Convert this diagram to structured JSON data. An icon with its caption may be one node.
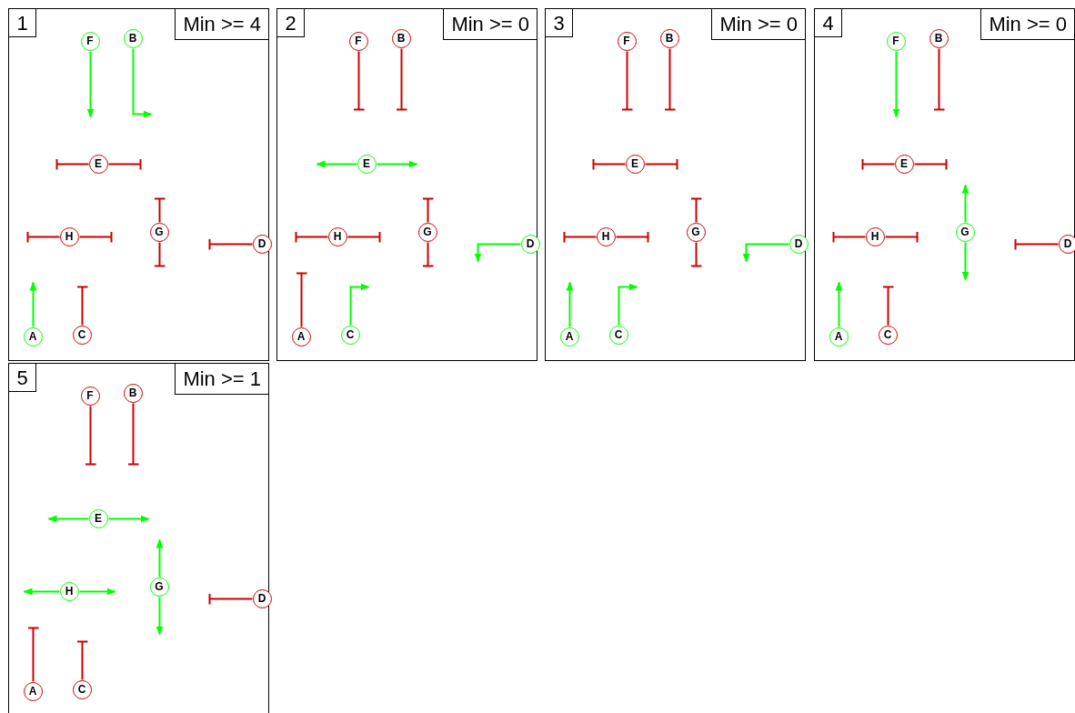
{
  "diagram": {
    "nodes": [
      {
        "text": [
          "1",
          "Min >= 4"
        ]
      },
      {
        "text": [
          "F"
        ],
        "in": 0
      },
      {
        "text": [
          "B"
        ],
        "in": 0
      },
      {
        "text": [
          "E"
        ],
        "in": 0
      },
      {
        "text": [
          "H"
        ],
        "in": 0
      },
      {
        "text": [
          "G"
        ],
        "in": 0
      },
      {
        "text": [
          "D"
        ],
        "in": 0
      },
      {
        "text": [
          "A"
        ],
        "in": 0
      },
      {
        "text": [
          "C"
        ],
        "in": 0
      },
      {
        "text": [
          "2",
          "Min >= 0"
        ]
      },
      {
        "text": [
          "F"
        ],
        "in": 9
      },
      {
        "text": [
          "B"
        ],
        "in": 9
      },
      {
        "text": [
          "E"
        ],
        "in": 9
      },
      {
        "text": [
          "H"
        ],
        "in": 9
      },
      {
        "text": [
          "G"
        ],
        "in": 9
      },
      {
        "text": [
          "D"
        ],
        "in": 9
      },
      {
        "text": [
          "A"
        ],
        "in": 9
      },
      {
        "text": [
          "C"
        ],
        "in": 9
      },
      {
        "text": [
          "3",
          "Min >= 0"
        ]
      },
      {
        "text": [
          "F"
        ],
        "in": 18
      },
      {
        "text": [
          "B"
        ],
        "in": 18
      },
      {
        "text": [
          "E"
        ],
        "in": 18
      },
      {
        "text": [
          "H"
        ],
        "in": 18
      },
      {
        "text": [
          "G"
        ],
        "in": 18
      },
      {
        "text": [
          "D"
        ],
        "in": 18
      },
      {
        "text": [
          "A"
        ],
        "in": 18
      },
      {
        "text": [
          "C"
        ],
        "in": 18
      },
      {
        "text": [
          "4",
          "Min >= 0"
        ]
      },
      {
        "text": [
          "F"
        ],
        "in": 27
      },
      {
        "text": [
          "B"
        ],
        "in": 27
      },
      {
        "text": [
          "E"
        ],
        "in": 27
      },
      {
        "text": [
          "H"
        ],
        "in": 27
      },
      {
        "text": [
          "G"
        ],
        "in": 27
      },
      {
        "text": [
          "D"
        ],
        "in": 27
      },
      {
        "text": [
          "A"
        ],
        "in": 27
      },
      {
        "text": [
          "C"
        ],
        "in": 27
      },
      {
        "text": [
          "5",
          "Min >= 1"
        ]
      },
      {
        "text": [
          "F"
        ],
        "in": 36
      },
      {
        "text": [
          "B"
        ],
        "in": 36
      },
      {
        "text": [
          "E"
        ],
        "in": 36
      },
      {
        "text": [
          "H"
        ],
        "in": 36
      },
      {
        "text": [
          "G"
        ],
        "in": 36
      },
      {
        "text": [
          "D"
        ],
        "in": 36
      },
      {
        "text": [
          "A"
        ],
        "in": 36
      },
      {
        "text": [
          "C"
        ],
        "in": 36
      }
    ],
    "edges": [
      {
        "from": 1,
        "to": null,
        "arrow": "to",
        "color": "#00ff00"
      },
      {
        "from": 2,
        "to": null,
        "arrow": "to",
        "color": "#00ff00"
      },
      {
        "from": 3,
        "to": null,
        "arrow": "other"
      },
      {
        "from": 3,
        "to": null,
        "arrow": "other"
      },
      {
        "from": 4,
        "to": null,
        "arrow": "other"
      },
      {
        "from": 4,
        "to": null,
        "arrow": "other"
      },
      {
        "from": 5,
        "to": null,
        "arrow": "other"
      },
      {
        "from": 5,
        "to": null,
        "arrow": "other"
      },
      {
        "from": 6,
        "to": null,
        "arrow": "other"
      },
      {
        "from": 7,
        "to": null,
        "arrow": "to",
        "color": "#00ff00"
      },
      {
        "from": 8,
        "to": null,
        "arrow": "other"
      },
      {
        "from": 10,
        "to": null,
        "arrow": "other"
      },
      {
        "from": 11,
        "to": null,
        "arrow": "other"
      },
      {
        "from": 12,
        "to": null,
        "arrow": "to",
        "color": "#00ff00"
      },
      {
        "from": 12,
        "to": null,
        "arrow": "to",
        "color": "#00ff00"
      },
      {
        "from": 13,
        "to": null,
        "arrow": "other"
      },
      {
        "from": 13,
        "to": null,
        "arrow": "other"
      },
      {
        "from": 14,
        "to": null,
        "arrow": "other"
      },
      {
        "from": 14,
        "to": null,
        "arrow": "other"
      },
      {
        "from": 15,
        "to": null,
        "arrow": "to",
        "color": "#00ff00"
      },
      {
        "from": 16,
        "to": null,
        "arrow": "other"
      },
      {
        "from": 17,
        "to": null,
        "arrow": "to",
        "color": "#00ff00"
      },
      {
        "from": 19,
        "to": null,
        "arrow": "other"
      },
      {
        "from": 20,
        "to": null,
        "arrow": "other"
      },
      {
        "from": 21,
        "to": null,
        "arrow": "other"
      },
      {
        "from": 21,
        "to": null,
        "arrow": "other"
      },
      {
        "from": 22,
        "to": null,
        "arrow": "other"
      },
      {
        "from": 22,
        "to": null,
        "arrow": "other"
      },
      {
        "from": 23,
        "to": null,
        "arrow": "other"
      },
      {
        "from": 23,
        "to": null,
        "arrow": "other"
      },
      {
        "from": 24,
        "to": null,
        "arrow": "to",
        "color": "#00ff00"
      },
      {
        "from": 25,
        "to": null,
        "arrow": "to",
        "color": "#00ff00"
      },
      {
        "from": 26,
        "to": null,
        "arrow": "to",
        "color": "#00ff00"
      },
      {
        "from": 28,
        "to": null,
        "arrow": "to",
        "color": "#00ff00"
      },
      {
        "from": 29,
        "to": null,
        "arrow": "other"
      },
      {
        "from": 30,
        "to": null,
        "arrow": "other"
      },
      {
        "from": 30,
        "to": null,
        "arrow": "other"
      },
      {
        "from": 31,
        "to": null,
        "arrow": "other"
      },
      {
        "from": 31,
        "to": null,
        "arrow": "other"
      },
      {
        "from": 32,
        "to": null,
        "arrow": "to",
        "color": "#00ff00"
      },
      {
        "from": 32,
        "to": null,
        "arrow": "to",
        "color": "#00ff00"
      },
      {
        "from": 33,
        "to": null,
        "arrow": "other"
      },
      {
        "from": 34,
        "to": null,
        "arrow": "to",
        "color": "#00ff00"
      },
      {
        "from": 35,
        "to": null,
        "arrow": "other"
      },
      {
        "from": 37,
        "to": null,
        "arrow": "other"
      },
      {
        "from": 38,
        "to": null,
        "arrow": "other"
      },
      {
        "from": 39,
        "to": null,
        "arrow": "to",
        "color": "#00ff00"
      },
      {
        "from": 39,
        "to": null,
        "arrow": "to",
        "color": "#00ff00"
      },
      {
        "from": 40,
        "to": null,
        "arrow": "to",
        "color": "#00ff00"
      },
      {
        "from": 40,
        "to": null,
        "arrow": "to",
        "color": "#00ff00"
      },
      {
        "from": 41,
        "to": null,
        "arrow": "to",
        "color": "#00ff00"
      },
      {
        "from": 41,
        "to": null,
        "arrow": "to",
        "color": "#00ff00"
      },
      {
        "from": 42,
        "to": null,
        "arrow": "other"
      },
      {
        "from": 43,
        "to": null,
        "arrow": "other"
      },
      {
        "from": 44,
        "to": null,
        "arrow": "other"
      }
    ]
  }
}
